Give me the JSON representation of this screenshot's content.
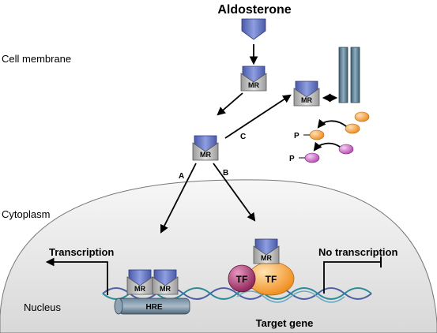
{
  "title": "Aldosterone",
  "regions": {
    "membrane": "Cell membrane",
    "cytoplasm": "Cytoplasm",
    "nucleus": "Nucleus"
  },
  "receptor_label": "MR",
  "pathways": {
    "a": "A",
    "b": "B",
    "c": "C"
  },
  "phospho_label": "P",
  "transcription": {
    "active": "Transcription",
    "inactive": "No transcription"
  },
  "hre_label": "HRE",
  "tf_label": "TF",
  "target_gene": "Target gene",
  "colors": {
    "receptor_top": "#6f7fc9",
    "receptor_body": "#c8c8c8",
    "channel": "#6a8a9c",
    "orange_ball": "#f5a64a",
    "pink_ball": "#cc77c8",
    "tf_orange": "#f6a13c",
    "tf_purple": "#b0407a",
    "nucleus_fill": "#ececec"
  }
}
